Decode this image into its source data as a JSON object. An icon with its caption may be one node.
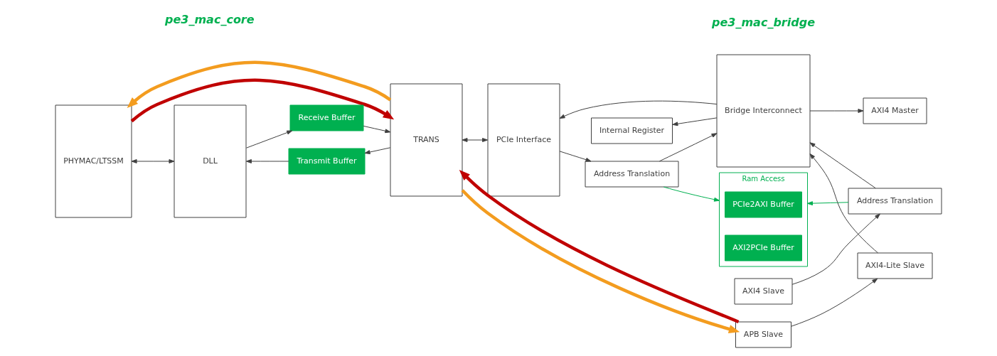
{
  "diagram": {
    "nodes": [
      {
        "text": [
          "PHYMAC/LTSSM"
        ]
      },
      {
        "text": [
          "DLL"
        ]
      },
      {
        "text": [
          "Receive Buffer"
        ]
      },
      {
        "text": [
          "Transmit Buffer"
        ]
      },
      {
        "text": [
          "TRANS"
        ]
      },
      {
        "text": [
          "PCIe Interface"
        ]
      },
      {
        "text": [
          "Address Translation"
        ]
      },
      {
        "text": [
          "Bridge Interconnect"
        ]
      },
      {
        "text": [
          "Internal Register"
        ]
      },
      {
        "text": [
          "Ram Access"
        ]
      },
      {
        "text": [
          "PCIe2AXI Buffer"
        ],
        "in": 9
      },
      {
        "text": [
          "AXI2PCIe Buffer"
        ],
        "in": 9
      },
      {
        "text": [
          "AXI4 Master"
        ]
      },
      {
        "text": [
          "Address Translation"
        ]
      },
      {
        "text": [
          "AXI4 Slave"
        ]
      },
      {
        "text": [
          "AXI4-Lite Slave"
        ]
      },
      {
        "text": [
          "APB Slave"
        ]
      }
    ],
    "edges": [
      {
        "from": 0,
        "to": 1,
        "arrow": "both"
      },
      {
        "from": 1,
        "to": 2,
        "arrow": "to"
      },
      {
        "from": 2,
        "to": 4,
        "arrow": "to"
      },
      {
        "from": 4,
        "to": 3,
        "arrow": "to"
      },
      {
        "from": 3,
        "to": 1,
        "arrow": "to"
      },
      {
        "from": 4,
        "to": 5,
        "arrow": "both"
      },
      {
        "from": 5,
        "to": 6,
        "arrow": "to"
      },
      {
        "from": 6,
        "to": 7,
        "arrow": "to"
      },
      {
        "from": 7,
        "to": 12,
        "arrow": "to"
      },
      {
        "from": 7,
        "to": 5,
        "arrow": "to"
      },
      {
        "from": 13,
        "to": 7,
        "arrow": "to"
      },
      {
        "from": 14,
        "to": 13,
        "arrow": "to"
      },
      {
        "from": 7,
        "to": 8,
        "arrow": "to"
      },
      {
        "from": 15,
        "to": 7,
        "arrow": "to"
      },
      {
        "from": 16,
        "to": 15,
        "arrow": "to"
      },
      {
        "from": 6,
        "to": 9,
        "arrow": "to",
        "color": "#00b050"
      },
      {
        "from": 13,
        "to": 9,
        "arrow": "to",
        "color": "#00b050"
      },
      {
        "from": 0,
        "to": 4,
        "arrow": "to",
        "style": "thick",
        "color": "#c00000"
      },
      {
        "from": 4,
        "to": 0,
        "arrow": "to",
        "style": "thick",
        "color": "#f39c1f"
      },
      {
        "from": 4,
        "to": 16,
        "arrow": "to",
        "style": "thick",
        "color": "#f39c1f"
      },
      {
        "from": 16,
        "to": 4,
        "arrow": "to",
        "style": "thick",
        "color": "#c00000"
      }
    ],
    "labels": [
      "pe3_mac_core",
      "pe3_mac_bridge"
    ]
  }
}
